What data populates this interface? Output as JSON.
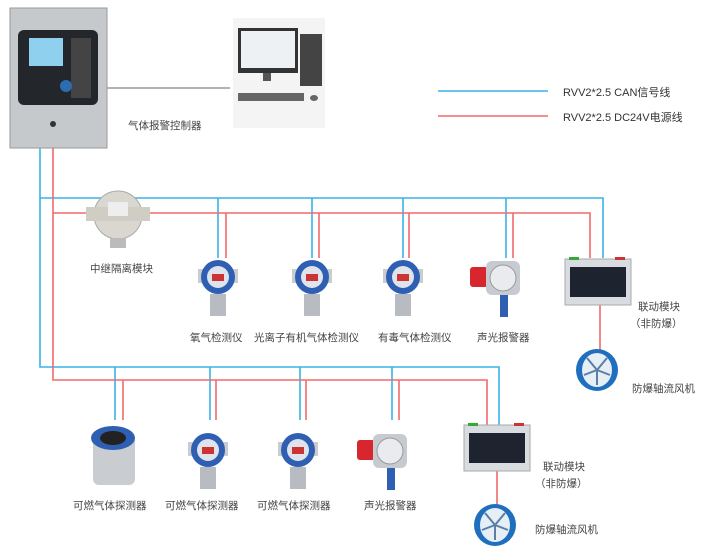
{
  "legend": {
    "signal_line": "RVV2*2.5 CAN信号线",
    "power_line": "RVV2*2.5 DC24V电源线",
    "signal_color": "#39b4e8",
    "power_color": "#f26a6a"
  },
  "controller": {
    "label": "气体报警控制器"
  },
  "relay_module": {
    "label": "中继隔离模块"
  },
  "top_branch": {
    "devices": [
      {
        "label": "氧气检测仪"
      },
      {
        "label": "光离子有机气体检测仪"
      },
      {
        "label": "有毒气体检测仪"
      },
      {
        "label": "声光报警器"
      }
    ],
    "link_module": {
      "label": "联动模块",
      "sub": "（非防爆）"
    },
    "fan": {
      "label": "防爆轴流风机"
    }
  },
  "bottom_branch": {
    "devices": [
      {
        "label": "可燃气体探测器"
      },
      {
        "label": "可燃气体探测器"
      },
      {
        "label": "可燃气体探测器"
      },
      {
        "label": "声光报警器"
      }
    ],
    "link_module": {
      "label": "联动模块",
      "sub": "（非防爆）"
    },
    "fan": {
      "label": "防爆轴流风机"
    }
  }
}
